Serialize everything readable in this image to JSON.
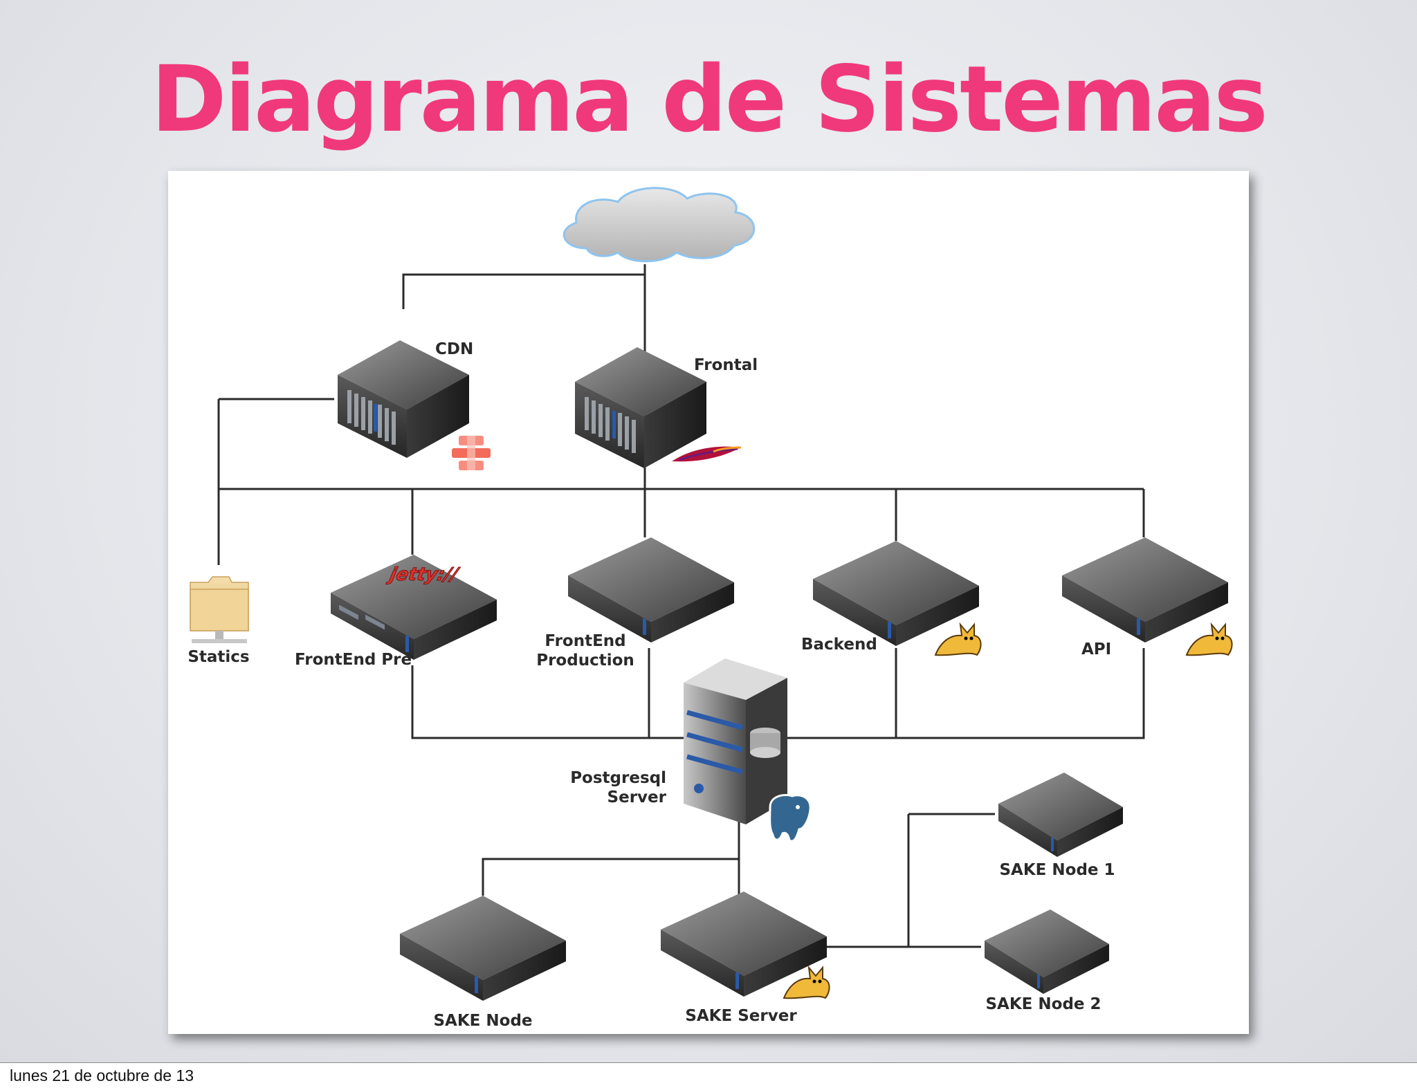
{
  "slide": {
    "title": "Diagrama de Sistemas",
    "footer_date": "lunes 21 de octubre de 13"
  },
  "colors": {
    "title": "#f0397a",
    "line": "#2b2b2b",
    "cloud_stroke": "#8ec4ef"
  },
  "nodes": {
    "cdn": {
      "label": "CDN",
      "badge": "aws-cloudfront-icon"
    },
    "frontal": {
      "label": "Frontal",
      "badge": "apache-feather-icon"
    },
    "statics": {
      "label": "Statics",
      "icon": "network-folder-icon"
    },
    "frontend_pre": {
      "label": "FrontEnd Pre",
      "badge_text": "jetty://"
    },
    "frontend_prod": {
      "label_line1": "FrontEnd",
      "label_line2": "Production"
    },
    "backend": {
      "label": "Backend",
      "badge": "tomcat-icon"
    },
    "api": {
      "label": "API",
      "badge": "tomcat-icon"
    },
    "postgres": {
      "label_line1": "Postgresql",
      "label_line2": "Server",
      "badge": "postgresql-elephant-icon"
    },
    "sake_node": {
      "label": "SAKE Node"
    },
    "sake_server": {
      "label": "SAKE Server",
      "badge": "tomcat-icon"
    },
    "sake_node1": {
      "label": "SAKE Node 1"
    },
    "sake_node2": {
      "label": "SAKE Node 2"
    }
  }
}
